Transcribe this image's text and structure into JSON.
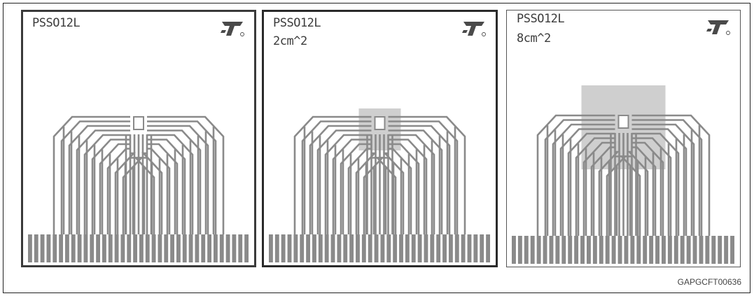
{
  "panels": [
    {
      "part_number": "PSSO12L",
      "copper_area": ""
    },
    {
      "part_number": "PSSO12L",
      "copper_area": "2cm^2"
    },
    {
      "part_number": "PSSO12L",
      "copper_area": "8cm^2"
    }
  ],
  "figure_id": "GAPGCFT00636",
  "logo": {
    "icon": "st-logo-icon"
  },
  "colors": {
    "trace": "#8a8a8a",
    "copper_pad": "#cfcfcf",
    "border": "#2a2a2a"
  }
}
